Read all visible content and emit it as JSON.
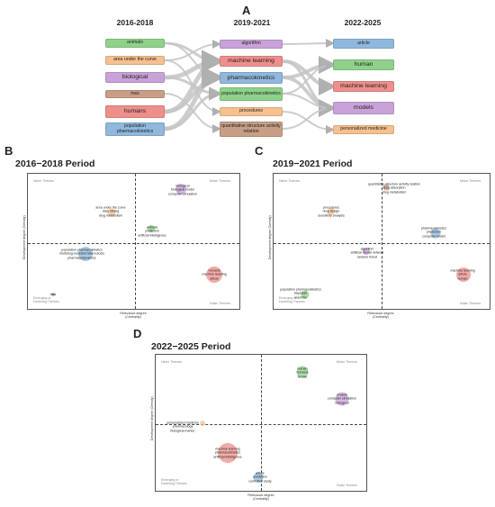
{
  "panel_a": {
    "letter": "A",
    "columns": [
      "2016-2018",
      "2019-2021",
      "2022-2025"
    ],
    "colors": {
      "green": "#8fd18a",
      "orange": "#f6c08f",
      "purple": "#c8a2d8",
      "brown": "#c79e86",
      "red": "#ee8f8b",
      "blue": "#8fb8dc",
      "grey_flow": "#bdbdbd"
    },
    "col1": [
      {
        "label": "animals",
        "color": "green"
      },
      {
        "label": "area under the curve",
        "color": "orange"
      },
      {
        "label": "biological",
        "color": "purple"
      },
      {
        "label": "mss",
        "color": "brown"
      },
      {
        "label": "humans",
        "color": "red"
      },
      {
        "label": "population pharmacokinetics",
        "color": "blue"
      }
    ],
    "col2": [
      {
        "label": "algorithm",
        "color": "purple"
      },
      {
        "label": "machine learning",
        "color": "red"
      },
      {
        "label": "pharmacokinetics",
        "color": "blue"
      },
      {
        "label": "population pharmacokinetics",
        "color": "green"
      },
      {
        "label": "procedures",
        "color": "orange"
      },
      {
        "label": "quantitative structure activity relation",
        "color": "brown"
      }
    ],
    "col3": [
      {
        "label": "article",
        "color": "blue"
      },
      {
        "label": "human",
        "color": "green"
      },
      {
        "label": "machine learning",
        "color": "red"
      },
      {
        "label": "models",
        "color": "purple"
      },
      {
        "label": "personalized medicine",
        "color": "orange"
      }
    ]
  },
  "quadrant_labels": {
    "niche": "Niche Themes",
    "motor": "Motor Themes",
    "emerging": "Emerging or Declining Themes",
    "basic": "Basic Themes",
    "x_axis": "Relevance degree (Centrality)",
    "y_axis": "Development degree (Density)"
  },
  "panel_b": {
    "letter": "B",
    "title": "2016−2018 Period",
    "bubbles": [
      {
        "lines": [
          "biological",
          "biological model",
          "computer simulation"
        ],
        "color": "purple"
      },
      {
        "lines": [
          "area under the curve",
          "data mining",
          "drug metabolism"
        ],
        "color": "orange"
      },
      {
        "lines": [
          "animals",
          "prediction",
          "artificial intelligence"
        ],
        "color": "green"
      },
      {
        "lines": [
          "population pharmacokinetics",
          "multidrug-resistant tuberculosis",
          "pharmacodynamics"
        ],
        "color": "blue"
      },
      {
        "lines": [
          "humans",
          "machine learning",
          "article"
        ],
        "color": "red"
      },
      {
        "lines": [
          "mss"
        ],
        "color": "brown"
      }
    ]
  },
  "panel_c": {
    "letter": "C",
    "title": "2019−2021 Period",
    "bubbles": [
      {
        "lines": [
          "quantitative structure activity relation",
          "drug absorption",
          "drug metabolism"
        ],
        "color": "brown"
      },
      {
        "lines": [
          "procedures",
          "drug design",
          "sensitivity analysis"
        ],
        "color": "orange"
      },
      {
        "lines": [
          "pharmacokinetics",
          "prediction",
          "computer model"
        ],
        "color": "blue"
      },
      {
        "lines": [
          "algorithm",
          "artificial neural network",
          "random forest"
        ],
        "color": "purple"
      },
      {
        "lines": [
          "machine learning",
          "article",
          "human"
        ],
        "color": "red"
      },
      {
        "lines": [
          "population pharmacokinetics",
          "bayesian",
          "machine"
        ],
        "color": "green"
      }
    ]
  },
  "panel_d": {
    "letter": "D",
    "title": "2022−2025 Period",
    "bubbles": [
      {
        "lines": [
          "human",
          "humans",
          "female"
        ],
        "color": "green"
      },
      {
        "lines": [
          "models",
          "computer simulation",
          "biological"
        ],
        "color": "purple"
      },
      {
        "lines": [
          "personalized medicine",
          "pharmacology",
          "biological marker"
        ],
        "color": "orange"
      },
      {
        "lines": [
          "machine learning",
          "pharmacokinetics",
          "artificial intelligence"
        ],
        "color": "red"
      },
      {
        "lines": [
          "article",
          "prediction",
          "controlled study"
        ],
        "color": "blue"
      }
    ]
  }
}
